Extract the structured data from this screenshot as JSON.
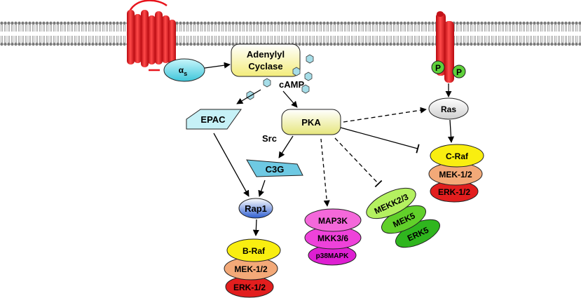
{
  "labels": {
    "alpha_s_symbol": "α",
    "alpha_s_sub": "s",
    "adenylyl": "Adenylyl",
    "cyclase": "Cyclase",
    "camp": "cAMP",
    "epac": "EPAC",
    "pka": "PKA",
    "src": "Src",
    "c3g": "C3G",
    "rap1": "Rap1",
    "braf": "B-Raf",
    "mek12_left": "MEK-1/2",
    "erk12_left": "ERK-1/2",
    "map3k": "MAP3K",
    "mkk36": "MKK3/6",
    "p38mapk": "p38MAPK",
    "mekk23": "MEKK2/3",
    "mek5": "MEK5",
    "erk5": "ERK5",
    "ras": "Ras",
    "craf": "C-Raf",
    "mek12_right": "MEK-1/2",
    "erk12_right": "ERK-1/2",
    "p1": "P",
    "p2": "P"
  },
  "colors": {
    "receptor": "#e8141c",
    "alpha_s": "#55d6e6",
    "adenylyl_cyclase": "#fbf7a4",
    "camp_hexagon": "#a6dde8",
    "epac": "#c6f1f7",
    "pka": "#f3f3ac",
    "c3g": "#6ec9e3",
    "rap1": "#2f67d8",
    "raf": "#f9ee10",
    "mek": "#f3a978",
    "erk": "#e21e1e",
    "map3k": "#f468da",
    "mkk36": "#ee42da",
    "p38mapk": "#de1fd2",
    "mekk23": "#b4f160",
    "mek5": "#61d02a",
    "erk5": "#2fb61e",
    "phospho": "#5fd13b",
    "ras": "#ffffff"
  }
}
